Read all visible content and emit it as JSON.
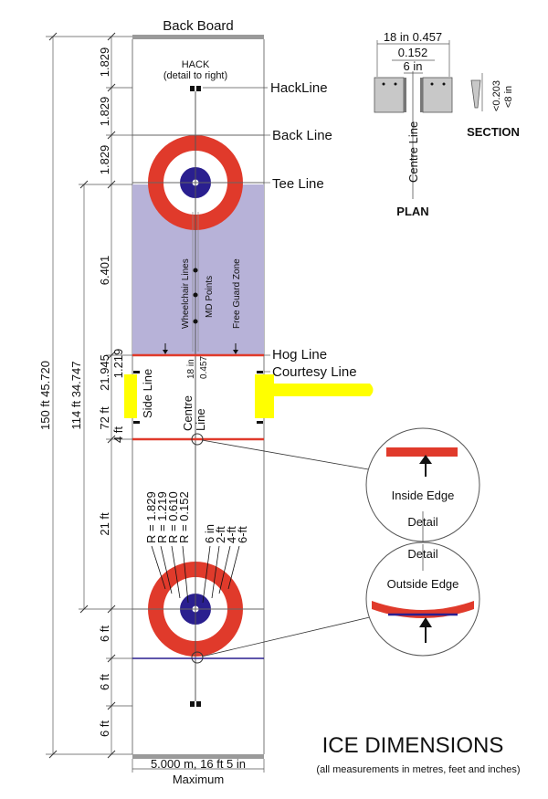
{
  "title": "ICE DIMENSIONS",
  "subtitle": "(all measurements in metres, feet and inches)",
  "sheet": {
    "back_board": "Back Board",
    "hack": "HACK",
    "hack_note": "(detail to right)",
    "width_label": "5.000 m, 16 ft 5 in",
    "maximum": "Maximum"
  },
  "lines": {
    "hack_line": "HackLine",
    "back_line": "Back Line",
    "tee_line": "Tee Line",
    "hog_line": "Hog Line",
    "courtesy_line": "Courtesy Line",
    "side_line": "Side Line",
    "centre_line": "Centre",
    "centre_line_2": "Line",
    "wheelchair_lines": "Wheelchair Lines",
    "md_points": "MD Points",
    "free_guard_zone": "Free Guard Zone"
  },
  "dimensions": {
    "d1": "1.829",
    "d2": "1.829",
    "d3": "1.829",
    "d4": "6.401",
    "d5": "1.219",
    "d6": "21.945",
    "d7": "72 ft",
    "d8": "4 ft",
    "d9": "21 ft",
    "d10": "6 ft",
    "d11": "6 ft",
    "d12": "6 ft",
    "total_a": "150 ft  45.720",
    "total_b": "114 ft  34.747",
    "centre_in": "18 in",
    "centre_m": "0.457"
  },
  "radii": {
    "r1": "R = 1.829",
    "r2": "R = 1.219",
    "r3": "R = 0.610",
    "r4": "R = 0.152",
    "f1": "6 in",
    "f2": "2-ft",
    "f3": "4-ft",
    "f4": "6-ft"
  },
  "plan": {
    "top_dim": "18 in 0.457",
    "mid_dim": "0.152",
    "small_dim": "6 in",
    "centre_line": "Centre Line",
    "label": "PLAN",
    "section": "SECTION",
    "sec_dim1": "<0.203",
    "sec_dim2": "<8 in"
  },
  "details": {
    "inside_edge": "Inside Edge",
    "detail_1": "Detail",
    "detail_2": "Detail",
    "outside_edge": "Outside Edge"
  },
  "colors": {
    "red": "#e03a2b",
    "blue": "#2a1f8f",
    "zone": "#b7b2d8",
    "yellow": "#ffff00",
    "grey": "#c8c8c8",
    "board": "#9a9a9a"
  }
}
